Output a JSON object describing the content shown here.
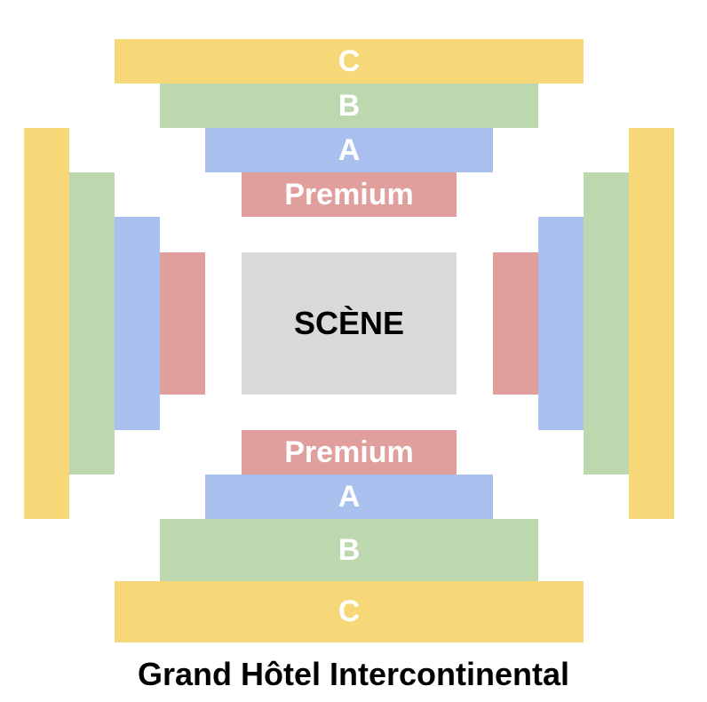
{
  "title": "Grand Hôtel Intercontinental",
  "stage_label": "SCÈNE",
  "sections": {
    "c": "C",
    "b": "B",
    "a": "A",
    "premium": "Premium"
  },
  "colors": {
    "c": "#F7D878",
    "b": "#BDD7AE",
    "a": "#A9C0EE",
    "premium": "#E09E9C",
    "stage": "#D9D9D9"
  }
}
